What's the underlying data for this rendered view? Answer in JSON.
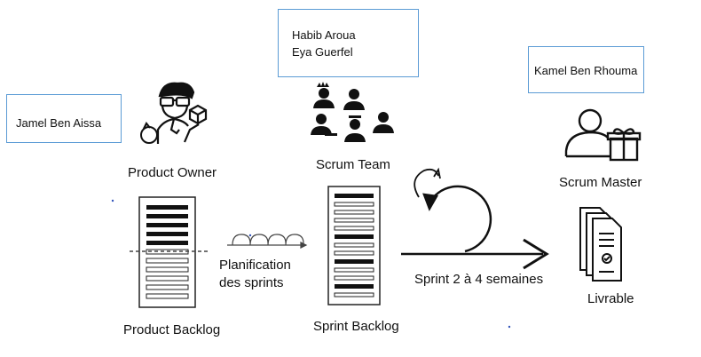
{
  "roles": {
    "product_owner": {
      "label": "Product Owner",
      "people": [
        "Jamel Ben Aissa"
      ]
    },
    "scrum_team": {
      "label": "Scrum Team",
      "people": [
        "Habib Aroua",
        "Eya Guerfel"
      ]
    },
    "scrum_master": {
      "label": "Scrum Master",
      "people": [
        "Kamel Ben Rhouma"
      ]
    }
  },
  "artifacts": {
    "product_backlog": "Product Backlog",
    "sprint_backlog": "Sprint Backlog",
    "livrable": "Livrable"
  },
  "process": {
    "planning_line1": "Planification",
    "planning_line2": "des sprints",
    "sprint": "Sprint 2 à 4 semaines"
  }
}
